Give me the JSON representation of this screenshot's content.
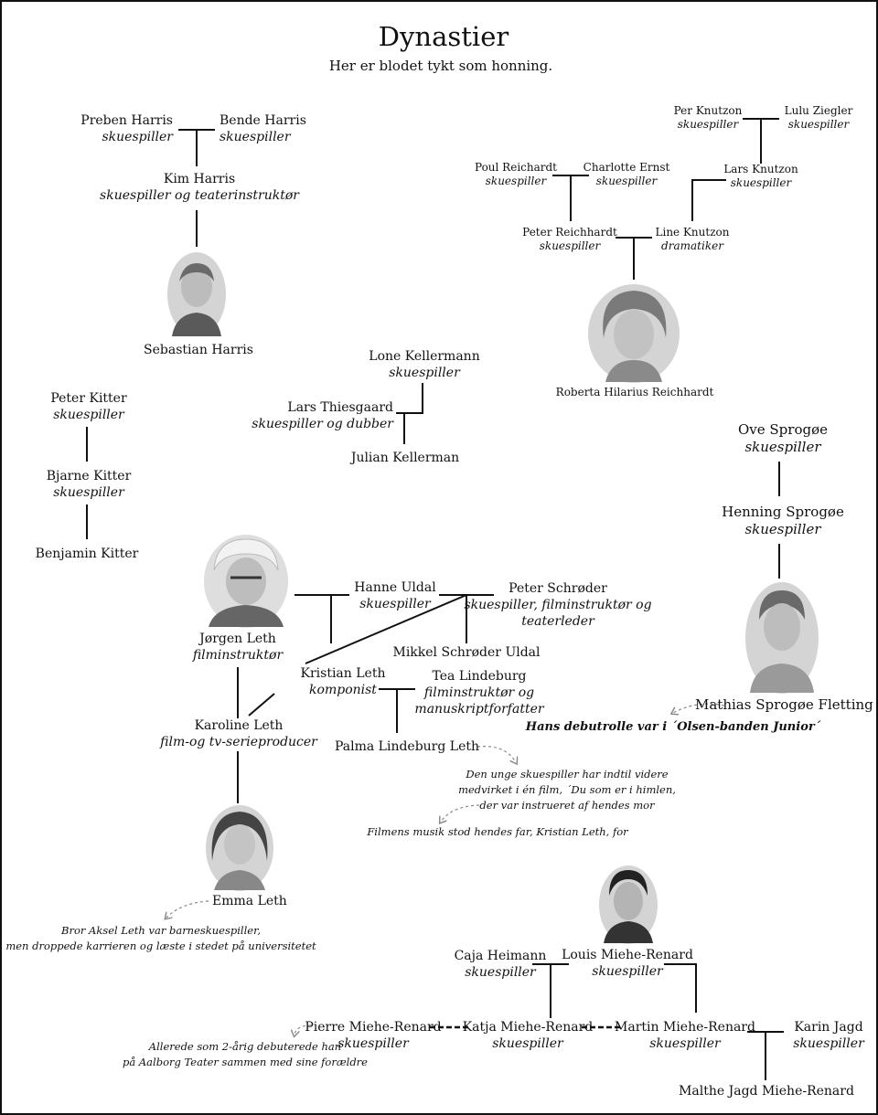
{
  "title": "Dynastier",
  "subtitle": "Her er blodet tykt som honning.",
  "people": {
    "preben": {
      "name": "Preben Harris",
      "role": "skuespiller"
    },
    "bende": {
      "name": "Bende Harris",
      "role": "skuespiller"
    },
    "kim": {
      "name": "Kim Harris",
      "role": "skuespiller og teaterinstruktør"
    },
    "sebastian": {
      "name": "Sebastian Harris"
    },
    "per": {
      "name": "Per Knutzon",
      "role": "skuespiller"
    },
    "lulu": {
      "name": "Lulu Ziegler",
      "role": "skuespiller"
    },
    "lars_k": {
      "name": "Lars Knutzon",
      "role": "skuespiller"
    },
    "poul": {
      "name": "Poul Reichardt",
      "role": "skuespiller"
    },
    "charlotte": {
      "name": "Charlotte Ernst",
      "role": "skuespiller"
    },
    "peter_r": {
      "name": "Peter Reichhardt",
      "role": "skuespiller"
    },
    "line": {
      "name": "Line Knutzon",
      "role": "dramatiker"
    },
    "roberta": {
      "name": "Roberta Hilarius Reichhardt"
    },
    "lone": {
      "name": "Lone Kellermann",
      "role": "skuespiller"
    },
    "lars_t": {
      "name": "Lars Thiesgaard",
      "role": "skuespiller og dubber"
    },
    "julian": {
      "name": "Julian Kellerman"
    },
    "peter_k": {
      "name": "Peter Kitter",
      "role": "skuespiller"
    },
    "bjarne": {
      "name": "Bjarne Kitter",
      "role": "skuespiller"
    },
    "benjamin": {
      "name": "Benjamin Kitter"
    },
    "ove": {
      "name": "Ove Sprogøe",
      "role": "skuespiller"
    },
    "henning": {
      "name": "Henning Sprogøe",
      "role": "skuespiller"
    },
    "mathias": {
      "name": "Mathias Sprogøe Fletting"
    },
    "jorgen": {
      "name": "Jørgen Leth",
      "role": "filminstruktør"
    },
    "hanne": {
      "name": "Hanne Uldal",
      "role": "skuespiller"
    },
    "peter_s": {
      "name": "Peter Schrøder",
      "role": "skuespiller, filminstruktør og",
      "role2": "teaterleder"
    },
    "mikkel": {
      "name": "Mikkel Schrøder Uldal"
    },
    "kristian": {
      "name": "Kristian Leth",
      "role": "komponist"
    },
    "tea": {
      "name": "Tea Lindeburg",
      "role": "filminstruktør og",
      "role2": "manuskriptforfatter"
    },
    "karoline": {
      "name": "Karoline Leth",
      "role": "film-og tv-serieproducer"
    },
    "palma": {
      "name": "Palma Lindeburg Leth"
    },
    "emma": {
      "name": "Emma Leth"
    },
    "caja": {
      "name": "Caja Heimann",
      "role": "skuespiller"
    },
    "louis": {
      "name": "Louis Miehe-Renard",
      "role": "skuespiller"
    },
    "pierre": {
      "name": "Pierre Miehe-Renard",
      "role": "skuespiller"
    },
    "katja": {
      "name": "Katja Miehe-Renard",
      "role": "skuespiller"
    },
    "martin": {
      "name": "Martin Miehe-Renard",
      "role": "skuespiller"
    },
    "karin": {
      "name": "Karin Jagd",
      "role": "skuespiller"
    },
    "malthe": {
      "name": "Malthe Jagd Miehe-Renard"
    }
  },
  "notes": {
    "mathias": "Hans debutrolle var i ´Olsen-banden Junior´",
    "palma": [
      "Den unge skuespiller har indtil videre",
      "medvirket i én film, ´Du som er i himlen,",
      "der var instrueret af hendes mor"
    ],
    "palma2": "Filmens musik stod hendes far, Kristian Leth, for",
    "emma": [
      "Bror Aksel Leth var barneskuespiller,",
      "men droppede karrieren og læste i stedet på universitetet"
    ],
    "pierre": [
      "Allerede som 2-årig debuterede han",
      "på Aalborg Teater sammen med sine forældre"
    ]
  },
  "colors": {
    "ink": "#111111",
    "arrow": "#888888",
    "portrait": "#d4d4d4",
    "portrait_dark": "#6a6a6a"
  }
}
